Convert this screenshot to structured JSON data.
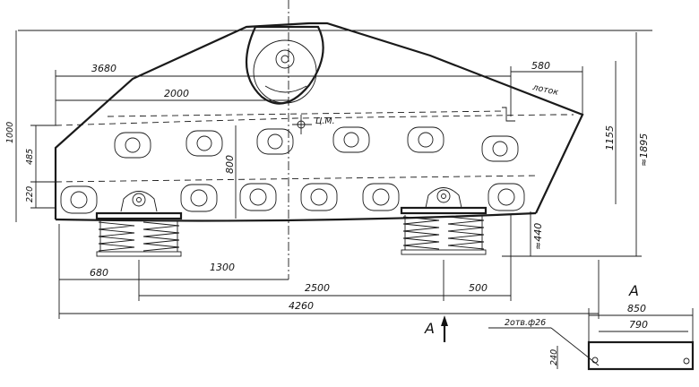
{
  "dimensions": {
    "d3680": "3680",
    "d580": "580",
    "lotok": "лоток",
    "d2000": "2000",
    "cm": "Ц.М.",
    "d1000": "1000",
    "d485": "485",
    "d220": "220",
    "d800": "800",
    "d1155": "1155",
    "d1895": "≈1895",
    "d440": "≈440",
    "d680": "680",
    "d1300": "1300",
    "d2500": "2500",
    "d500": "500",
    "d4260": "4260"
  },
  "section": {
    "label_a_top": "А",
    "label_a_arrow": "А",
    "d850": "850",
    "d790": "790",
    "d240": "240",
    "holes_note": "2отв.ф26"
  }
}
